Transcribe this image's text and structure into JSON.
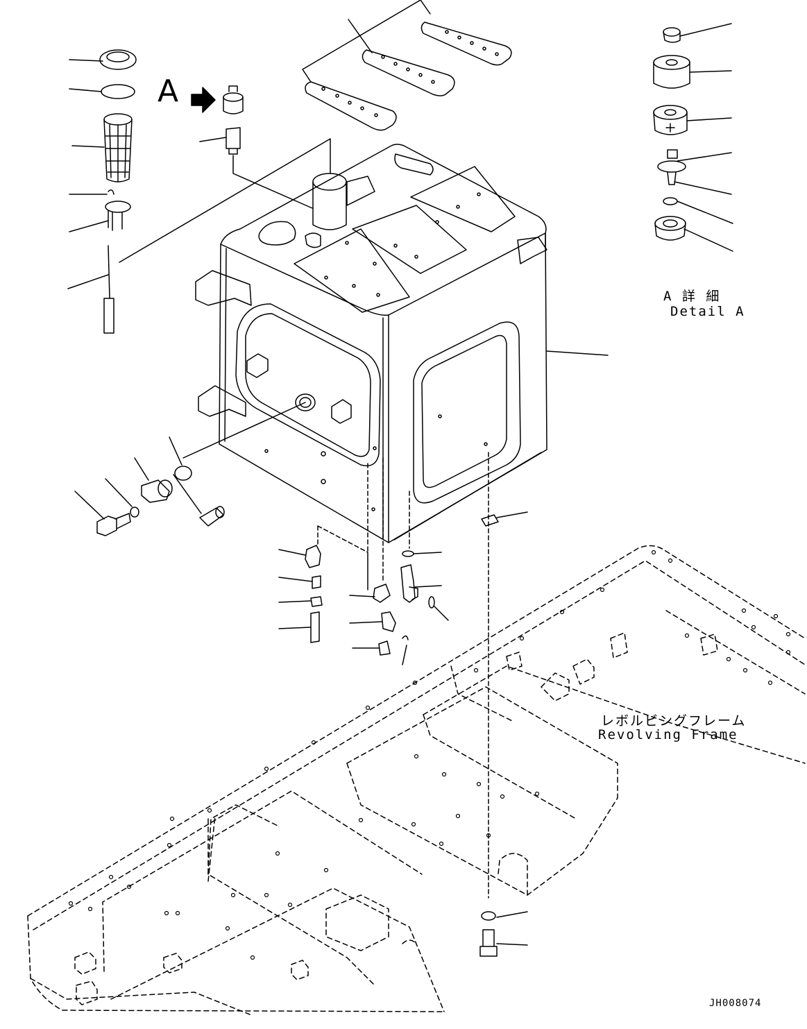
{
  "labels": {
    "view_marker": "A",
    "detail_jp": "A 詳 細",
    "detail_en": "Detail A",
    "frame_jp": "レボルビングフレーム",
    "frame_en": "Revolving Frame",
    "drawing_code": "JH008074"
  },
  "icons": {
    "view_arrow": "right-arrow-icon"
  }
}
